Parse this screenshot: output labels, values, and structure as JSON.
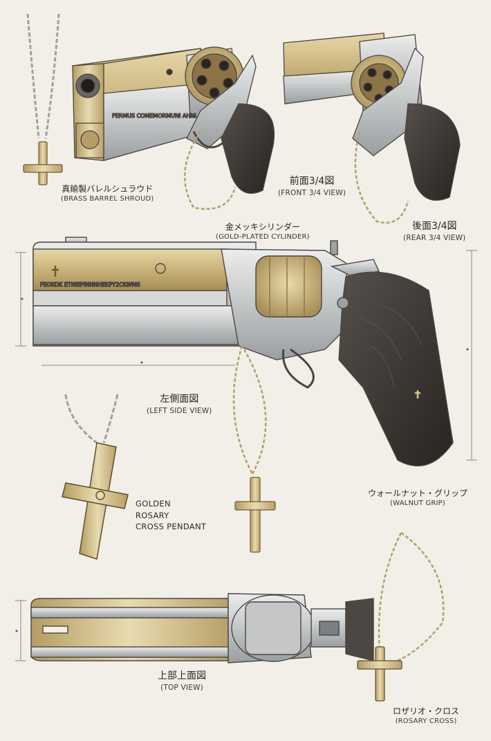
{
  "labels": {
    "brass_barrel_shroud": {
      "jp": "真鍮製バレルシュラウド",
      "en": "(BRASS BARREL SHROUD)"
    },
    "front_view": {
      "jp": "前面3/4図",
      "en": "(FRONT 3/4 VIEW)"
    },
    "gold_cylinder": {
      "jp": "金メッキシリンダー",
      "en": "(GOLD-PLATED CYLINDER)"
    },
    "rear_view": {
      "jp": "後面3/4図",
      "en": "(REAR 3/4 VIEW)"
    },
    "left_side_view": {
      "jp": "左側面図",
      "en": "(LEFT SIDE VIEW)"
    },
    "golden_pendant": [
      "GOLDEN",
      "ROSARY",
      "CROSS PENDANT"
    ],
    "walnut_grip": {
      "jp": "ウォールナット・グリップ",
      "en": "(WALNUT GRIP)"
    },
    "top_view": {
      "jp": "上部上面図",
      "en": "(TOP VIEW)"
    },
    "rosary_cross": {
      "jp": "ロザリオ・クロス",
      "en": "(ROSARY CROSS)"
    }
  },
  "engravings": {
    "barrel_side": "FEOKOK ETNIEPINNNHEKPY2CKWMS",
    "barrel_front": "FERMUS COMEMORMUNI AHNI"
  },
  "colors": {
    "paper": "#f1efe8",
    "brass": "#c9b27a",
    "steel": "#c6c8c9",
    "walnut": "#3d3733",
    "ink": "#2b2824"
  }
}
